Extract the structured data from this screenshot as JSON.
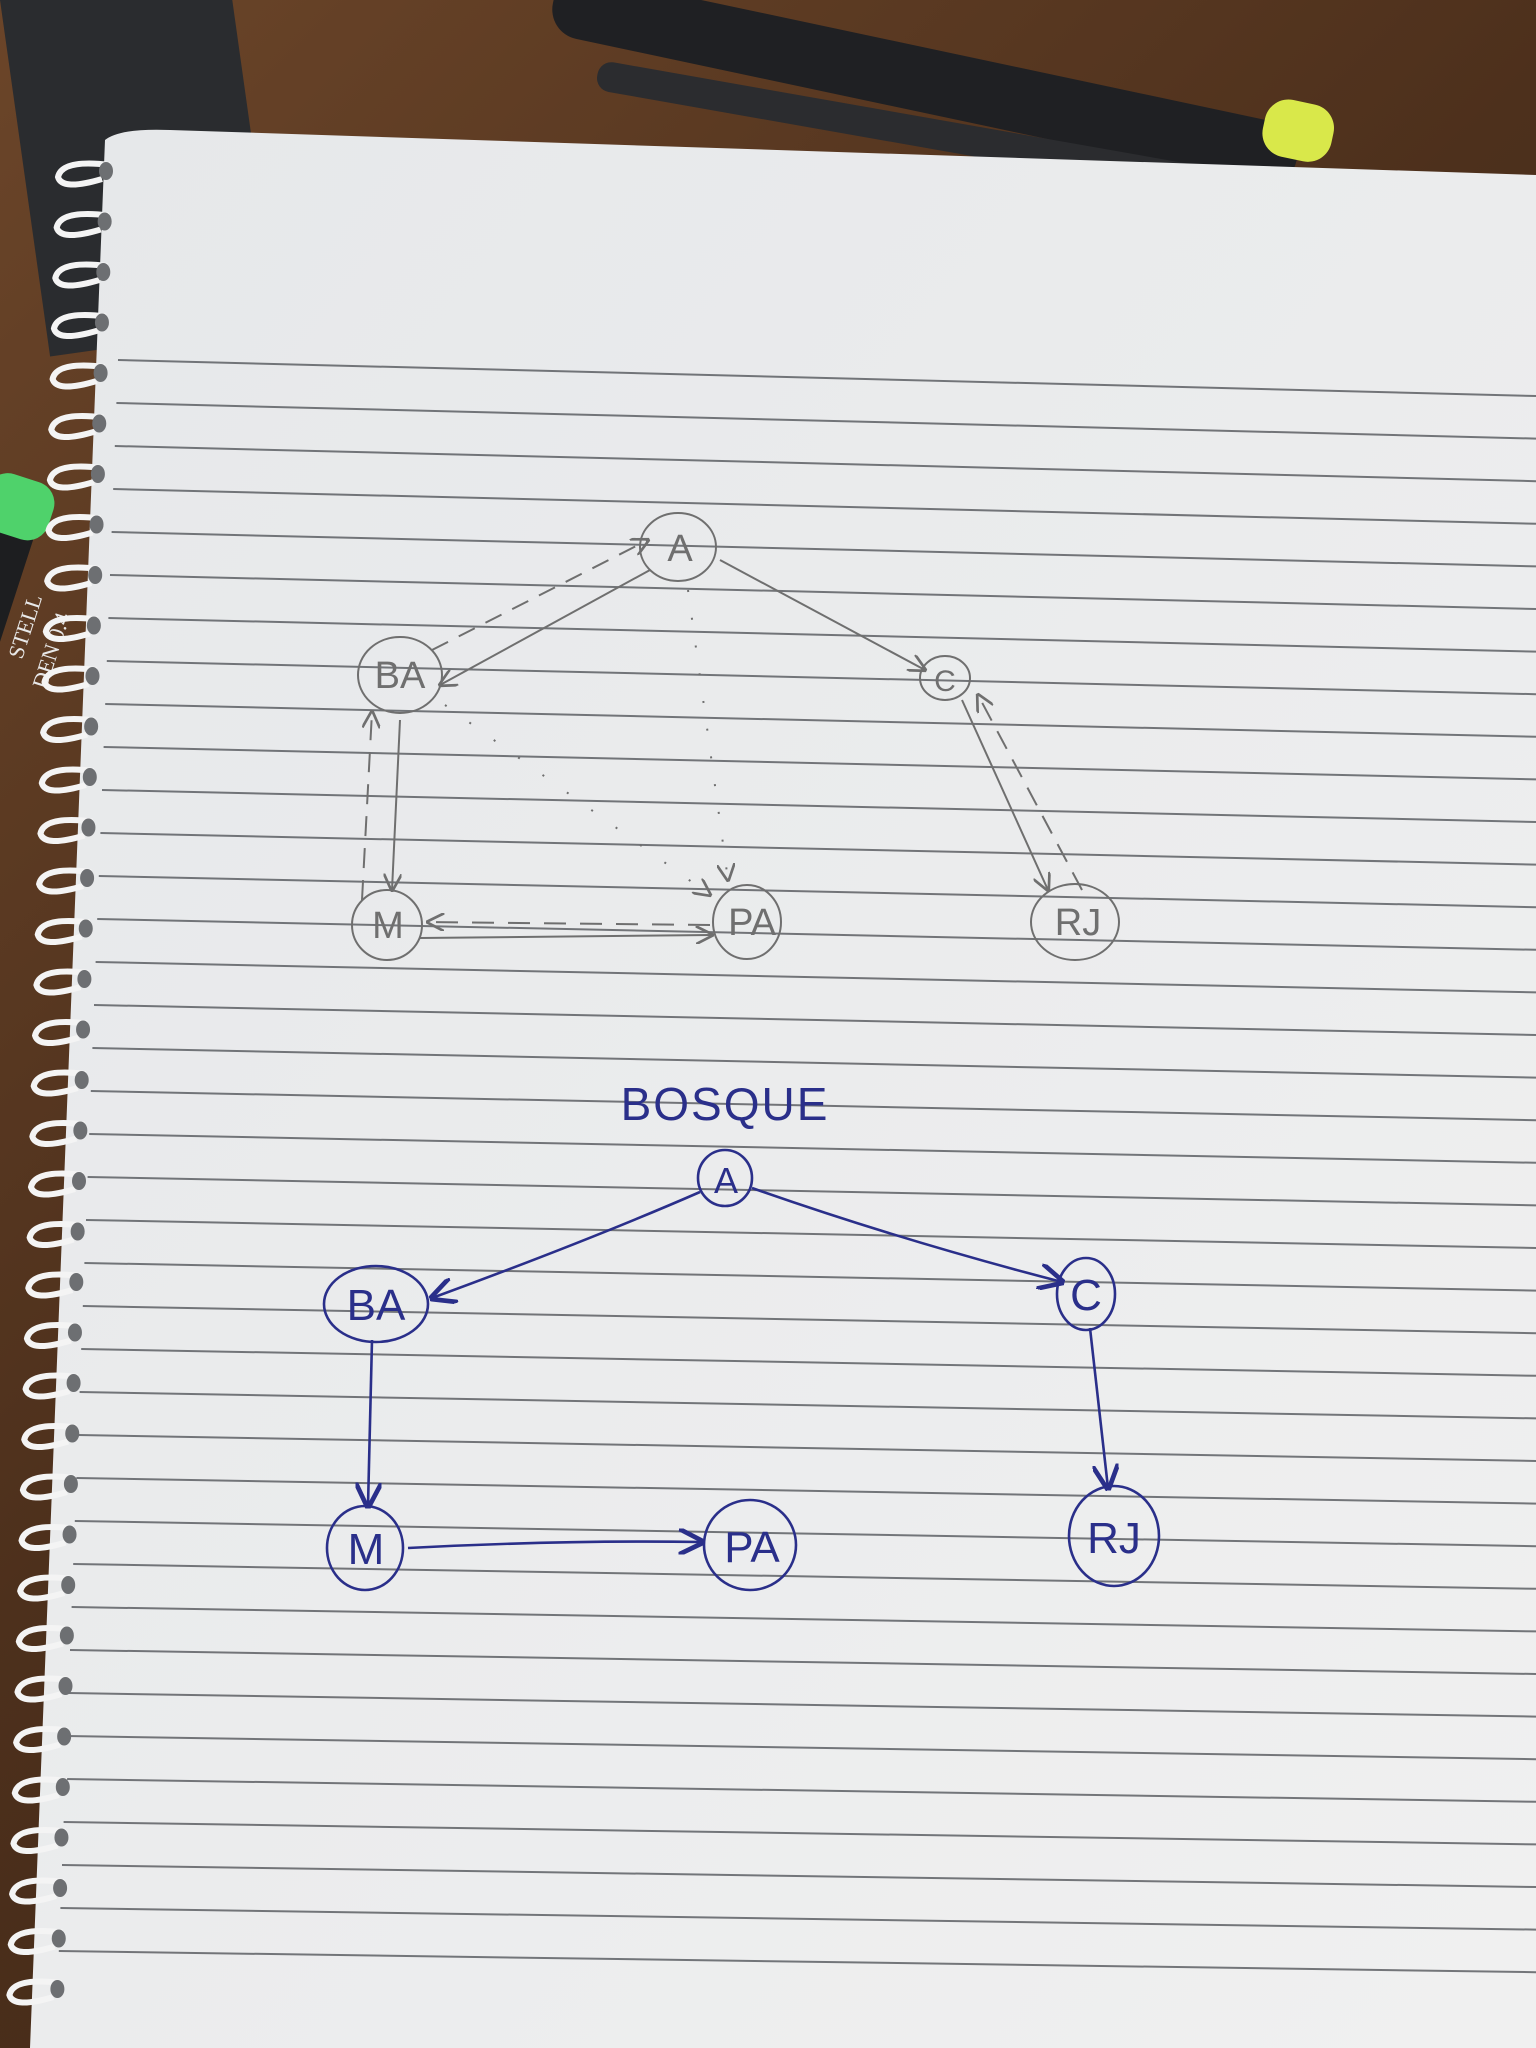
{
  "sketch_top": {
    "nodes": [
      {
        "id": "A",
        "label": "A"
      },
      {
        "id": "BA",
        "label": "BA"
      },
      {
        "id": "C",
        "label": "C"
      },
      {
        "id": "M",
        "label": "M"
      },
      {
        "id": "PA",
        "label": "PA"
      },
      {
        "id": "RJ",
        "label": "RJ"
      }
    ]
  },
  "sketch_bottom": {
    "title": "BOSQUE",
    "nodes": [
      {
        "id": "A",
        "label": "A"
      },
      {
        "id": "BA",
        "label": "BA"
      },
      {
        "id": "C",
        "label": "C"
      },
      {
        "id": "M",
        "label": "M"
      },
      {
        "id": "PA",
        "label": "PA"
      },
      {
        "id": "RJ",
        "label": "RJ"
      }
    ]
  },
  "marker": {
    "brand_text": "STELL",
    "model_text": "DEN 0.4"
  },
  "colors": {
    "pencil": "#6f6f6f",
    "ink": "#2a2f8a",
    "paper": "#e9eaeb"
  }
}
